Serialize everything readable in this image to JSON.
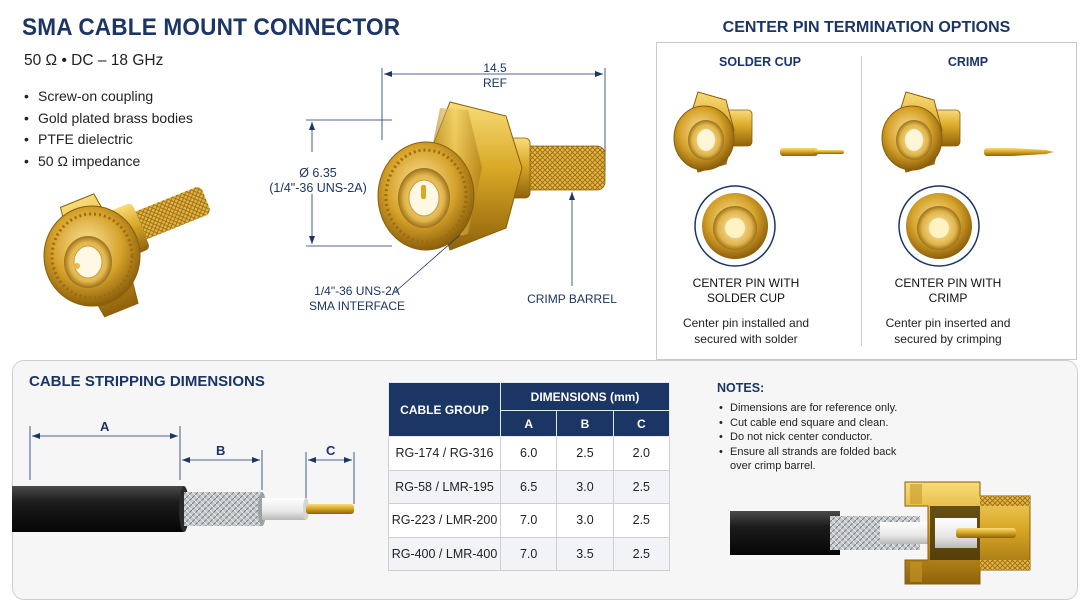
{
  "header": {
    "title": "SMA CABLE MOUNT CONNECTOR",
    "spec": "50 Ω  •  DC – 18 GHz",
    "features": [
      "Screw-on coupling",
      "Gold plated brass bodies",
      "PTFE dielectric",
      "50 Ω impedance"
    ]
  },
  "dimensions": {
    "length_value": "14.5",
    "length_ref": "REF",
    "diameter_value": "Ø 6.35",
    "diameter_thread": "(1/4\"-36 UNS-2A)",
    "interface_line1": "1/4\"-36 UNS-2A",
    "interface_line2": "SMA INTERFACE",
    "crimp_barrel": "CRIMP BARREL"
  },
  "termination": {
    "title": "CENTER PIN TERMINATION OPTIONS",
    "options": [
      {
        "heading": "SOLDER CUP",
        "caption1": "CENTER PIN WITH",
        "caption2": "SOLDER CUP",
        "desc1": "Center pin installed and",
        "desc2": "secured with solder"
      },
      {
        "heading": "CRIMP",
        "caption1": "CENTER PIN WITH",
        "caption2": "CRIMP",
        "desc1": "Center pin inserted and",
        "desc2": "secured by crimping"
      }
    ]
  },
  "stripping": {
    "title": "CABLE STRIPPING DIMENSIONS",
    "labels": {
      "a": "A",
      "b": "B",
      "c": "C"
    }
  },
  "table": {
    "col_group": "CABLE GROUP",
    "col_dims": "DIMENSIONS (mm)",
    "sub": [
      "A",
      "B",
      "C"
    ],
    "rows": [
      {
        "group": "RG-174 / RG-316",
        "a": "6.0",
        "b": "2.5",
        "c": "2.0"
      },
      {
        "group": "RG-58 / LMR-195",
        "a": "6.5",
        "b": "3.0",
        "c": "2.5"
      },
      {
        "group": "RG-223 / LMR-200",
        "a": "7.0",
        "b": "3.0",
        "c": "2.5"
      },
      {
        "group": "RG-400 / LMR-400",
        "a": "7.0",
        "b": "3.5",
        "c": "2.5"
      }
    ]
  },
  "notes": {
    "title": "NOTES:",
    "items": [
      "Dimensions are for reference only.",
      "Cut cable end square and clean.",
      "Do not nick center conductor.",
      "Ensure all strands are folded back over crimp barrel."
    ]
  },
  "colors": {
    "navy": "#1b3564",
    "gold": "#d9a826",
    "gold_dark": "#a67812",
    "cable_jacket": "#1b1b1b",
    "braid": "#b9bcc0"
  }
}
